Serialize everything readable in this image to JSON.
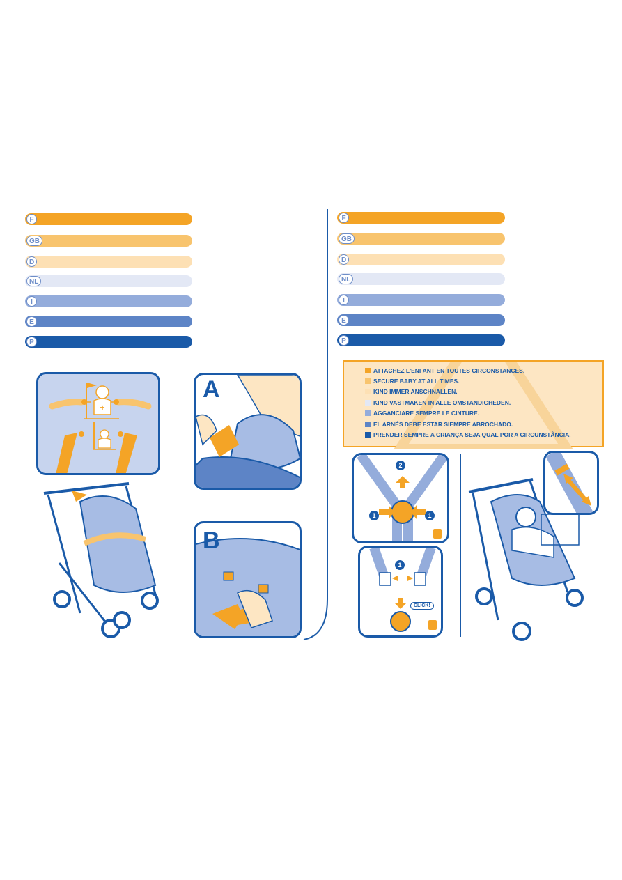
{
  "lang_bars_left": [
    {
      "code": "F",
      "color": "#f4a426"
    },
    {
      "code": "GB",
      "color": "#f8c46e"
    },
    {
      "code": "D",
      "color": "#fde0b4"
    },
    {
      "code": "NL",
      "color": "#e3e8f5"
    },
    {
      "code": "I",
      "color": "#94acdb"
    },
    {
      "code": "E",
      "color": "#5d84c6"
    },
    {
      "code": "P",
      "color": "#1a5aa8"
    }
  ],
  "lang_bars_right": [
    {
      "code": "F",
      "color": "#f4a426"
    },
    {
      "code": "GB",
      "color": "#f8c46e"
    },
    {
      "code": "D",
      "color": "#fde0b4"
    },
    {
      "code": "NL",
      "color": "#e3e8f5"
    },
    {
      "code": "I",
      "color": "#94acdb"
    },
    {
      "code": "E",
      "color": "#5d84c6"
    },
    {
      "code": "P",
      "color": "#1a5aa8"
    }
  ],
  "warning": {
    "lines": [
      {
        "text": "ATTACHEZ L'ENFANT EN TOUTES CIRCONSTANCES.",
        "color": "#f4a426"
      },
      {
        "text": "SECURE BABY AT ALL TIMES.",
        "color": "#f8c46e"
      },
      {
        "text": "KIND IMMER ANSCHNALLEN.",
        "color": "#fde0b4"
      },
      {
        "text": "KIND VASTMAKEN IN ALLE OMSTANDIGHEDEN.",
        "color": "#e3e8f5"
      },
      {
        "text": "AGGANCIARE SEMPRE LE CINTURE.",
        "color": "#94acdb"
      },
      {
        "text": "EL ARNÉS DEBE ESTAR SIEMPRE ABROCHADO.",
        "color": "#5d84c6"
      },
      {
        "text": "PRENDER SEMPRE A CRIANÇA SEJA QUAL POR A CIRCUNSTÂNCIA.",
        "color": "#1a5aa8"
      }
    ]
  },
  "figures": {
    "a_label": "A",
    "b_label": "B",
    "step1": "1",
    "step2": "2",
    "click": "CLICK!"
  },
  "colors": {
    "orange": "#f4a426",
    "blue": "#1a5aa8",
    "light_blue": "#c7d4ee"
  }
}
